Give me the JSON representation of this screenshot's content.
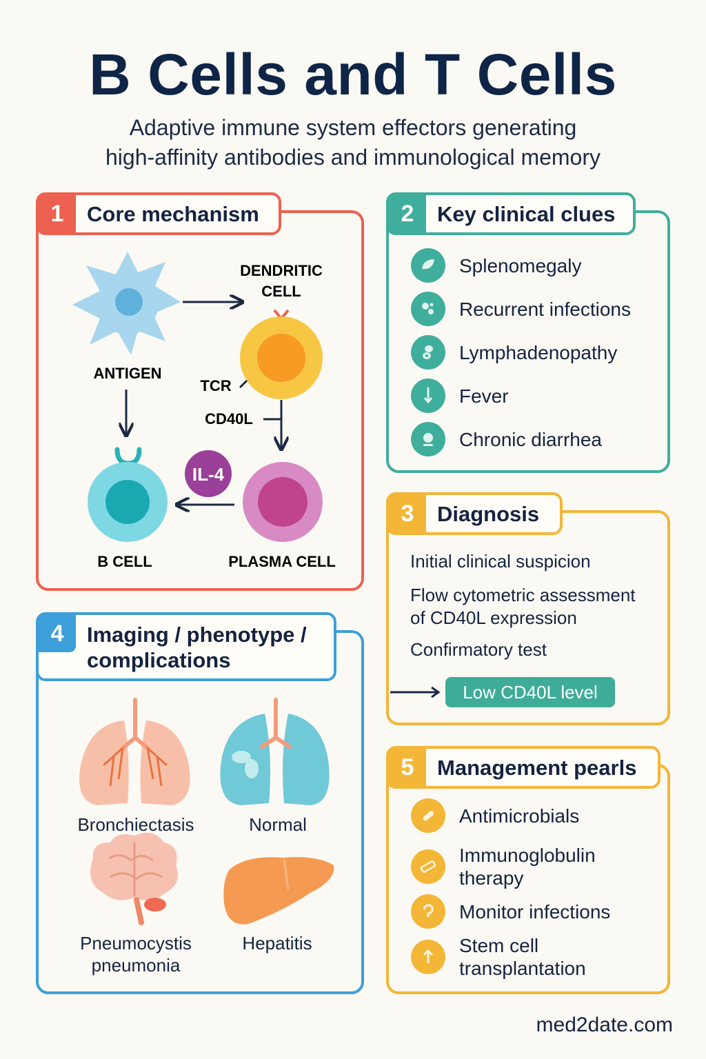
{
  "header": {
    "title": "B Cells and T Cells",
    "subtitle_line1": "Adaptive immune system effectors generating",
    "subtitle_line2": "high-affinity antibodies and immunological memory"
  },
  "colors": {
    "mechanism": "#ec6150",
    "clues": "#3fae9c",
    "diagnosis": "#f3b637",
    "imaging": "#3d9fd9",
    "management": "#f3b637"
  },
  "mechanism": {
    "num": "1",
    "title": "Core mechanism",
    "labels": {
      "dendritic_1": "DENDRITIC",
      "dendritic_2": "CELL",
      "antigen": "ANTIGEN",
      "tcr": "TCR",
      "cd40l": "CD40L",
      "il4": "IL-4",
      "b_cell": "B CELL",
      "plasma_cell": "PLASMA CELL"
    }
  },
  "clues": {
    "num": "2",
    "title": "Key clinical clues",
    "items": [
      {
        "label": "Splenomegaly",
        "icon": "spleen-icon"
      },
      {
        "label": "Recurrent infections",
        "icon": "microbe-icon"
      },
      {
        "label": "Lymphadenopathy",
        "icon": "lymph-node-icon"
      },
      {
        "label": "Fever",
        "icon": "thermometer-icon"
      },
      {
        "label": "Chronic diarrhea",
        "icon": "intestine-icon"
      }
    ]
  },
  "diagnosis": {
    "num": "3",
    "title": "Diagnosis",
    "step1": "Initial clinical suspicion",
    "step2_line1": "Flow cytometric assessment",
    "step2_line2": "of CD40L expression",
    "step3": "Confirmatory test",
    "result": "Low CD40L level"
  },
  "imaging": {
    "num": "4",
    "title_line1": "Imaging / phenotype /",
    "title_line2": "complications",
    "bronchiectasis": "Bronchiectasis",
    "normal": "Normal",
    "pcp_line1": "Pneumocystis",
    "pcp_line2": "pneumonia",
    "hepatitis": "Hepatitis"
  },
  "management": {
    "num": "5",
    "title": "Management pearls",
    "items": [
      {
        "line1": "Antimicrobials",
        "line2": "",
        "icon": "pill-icon"
      },
      {
        "line1": "Immunoglobulin",
        "line2": "therapy",
        "icon": "infusion-icon"
      },
      {
        "line1": "Monitor infections",
        "line2": "",
        "icon": "monitor-icon"
      },
      {
        "line1": "Stem cell",
        "line2": "transplantation",
        "icon": "arrow-up-icon"
      }
    ]
  },
  "footer": {
    "site": "med2date.com"
  }
}
